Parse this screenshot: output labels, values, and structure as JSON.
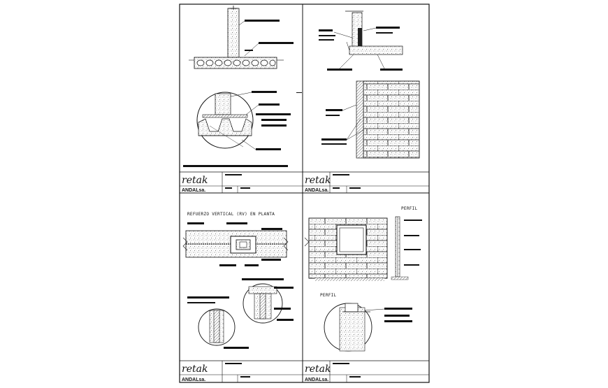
{
  "sheet": {
    "panel_titles": {
      "bottom_left": "REFUERZO VERTICAL (RV) EN PLANTA",
      "bottom_right_section": "PERFIL",
      "bottom_right_detail": "PERFIL"
    },
    "title_blocks": [
      {
        "brand": "retak",
        "company": "ANDALsa."
      },
      {
        "brand": "retak",
        "company": "ANDALsa."
      },
      {
        "brand": "retak",
        "company": "ANDALsa."
      },
      {
        "brand": "retak",
        "company": "ANDALsa."
      }
    ]
  }
}
